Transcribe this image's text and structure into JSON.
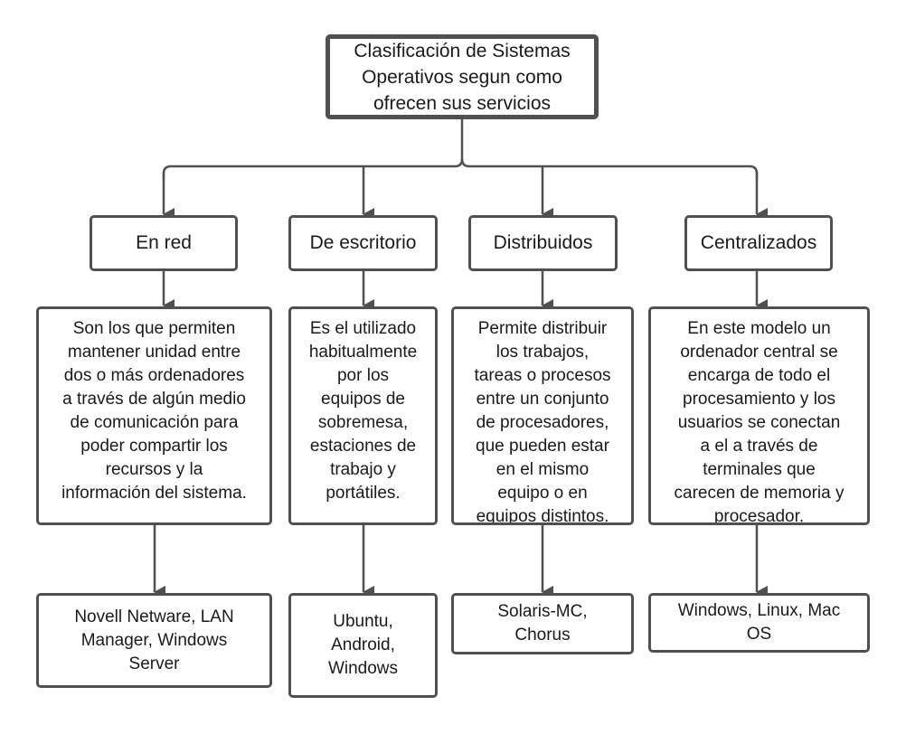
{
  "root": {
    "text": "Clasificación de Sistemas\nOperativos segun como\nofrecen sus servicios"
  },
  "categories": [
    {
      "title": "En red",
      "description": "Son los que permiten\nmantener unidad entre\ndos o más ordenadores\na través de algún medio\nde comunicación para\npoder compartir los\nrecursos y la\ninformación del sistema.",
      "examples": "Novell Netware, LAN\nManager, Windows\nServer"
    },
    {
      "title": "De escritorio",
      "description": "Es el utilizado\nhabitualmente\npor los\nequipos de\nsobremesa,\nestaciones de\ntrabajo y\nportátiles.",
      "examples": "Ubuntu,\nAndroid,\nWindows"
    },
    {
      "title": "Distribuidos",
      "description": "Permite distribuir\nlos trabajos,\ntareas o procesos\nentre un conjunto\nde procesadores,\nque pueden estar\nen el mismo\nequipo o en\nequipos distintos.",
      "examples": "Solaris-MC,\nChorus"
    },
    {
      "title": "Centralizados",
      "description": "En este modelo un\nordenador central se\nencarga de todo el\nprocesamiento y los\nusuarios se conectan\na el a través de\nterminales que\ncarecen de memoria y\nprocesador.",
      "examples": "Windows, Linux, Mac\nOS"
    }
  ]
}
